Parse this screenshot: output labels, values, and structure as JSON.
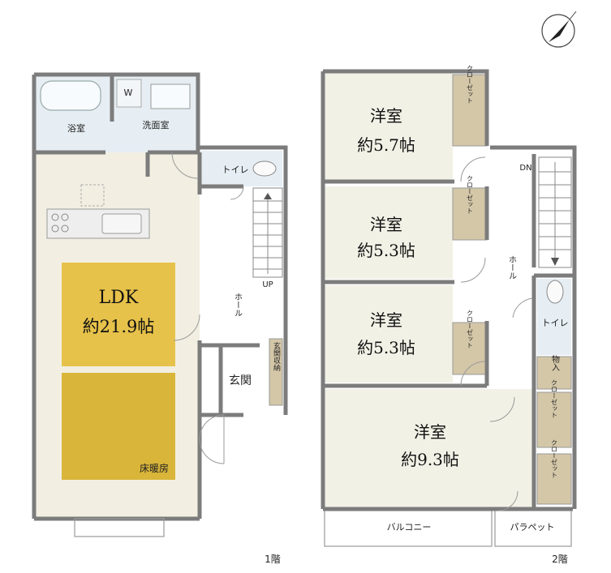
{
  "colors": {
    "ldk_floor": "#f2efe2",
    "wet_area": "#e6eef3",
    "heating": "#e7c24a",
    "heating_light": "#d9b53a",
    "bedroom": "#f2f1e6",
    "closet": "#d4c7a8",
    "wall": "#7c7c7c",
    "line": "#8a8a8a"
  },
  "floor1": {
    "level_label": "1階",
    "rooms": {
      "ldk_name": "LDK",
      "ldk_size": "約21.9帖",
      "floor_heating": "床暖房",
      "bath": "浴室",
      "washroom": "洗面室",
      "washer": "W",
      "toilet": "トイレ",
      "entrance": "玄関",
      "entrance_storage": "玄関収納",
      "hall": "ホール",
      "stairs_up": "UP"
    }
  },
  "floor2": {
    "level_label": "2階",
    "rooms": {
      "room1_name": "洋室",
      "room1_size": "約5.7帖",
      "room2_name": "洋室",
      "room2_size": "約5.3帖",
      "room3_name": "洋室",
      "room3_size": "約5.3帖",
      "room4_name": "洋室",
      "room4_size": "約9.3帖",
      "closet": "クローゼット",
      "storage": "物入",
      "toilet": "トイレ",
      "hall": "ホール",
      "stairs_down": "DN",
      "balcony": "バルコニー",
      "parapet": "パラペット"
    }
  },
  "compass": {
    "icon": "north-arrow-icon"
  }
}
